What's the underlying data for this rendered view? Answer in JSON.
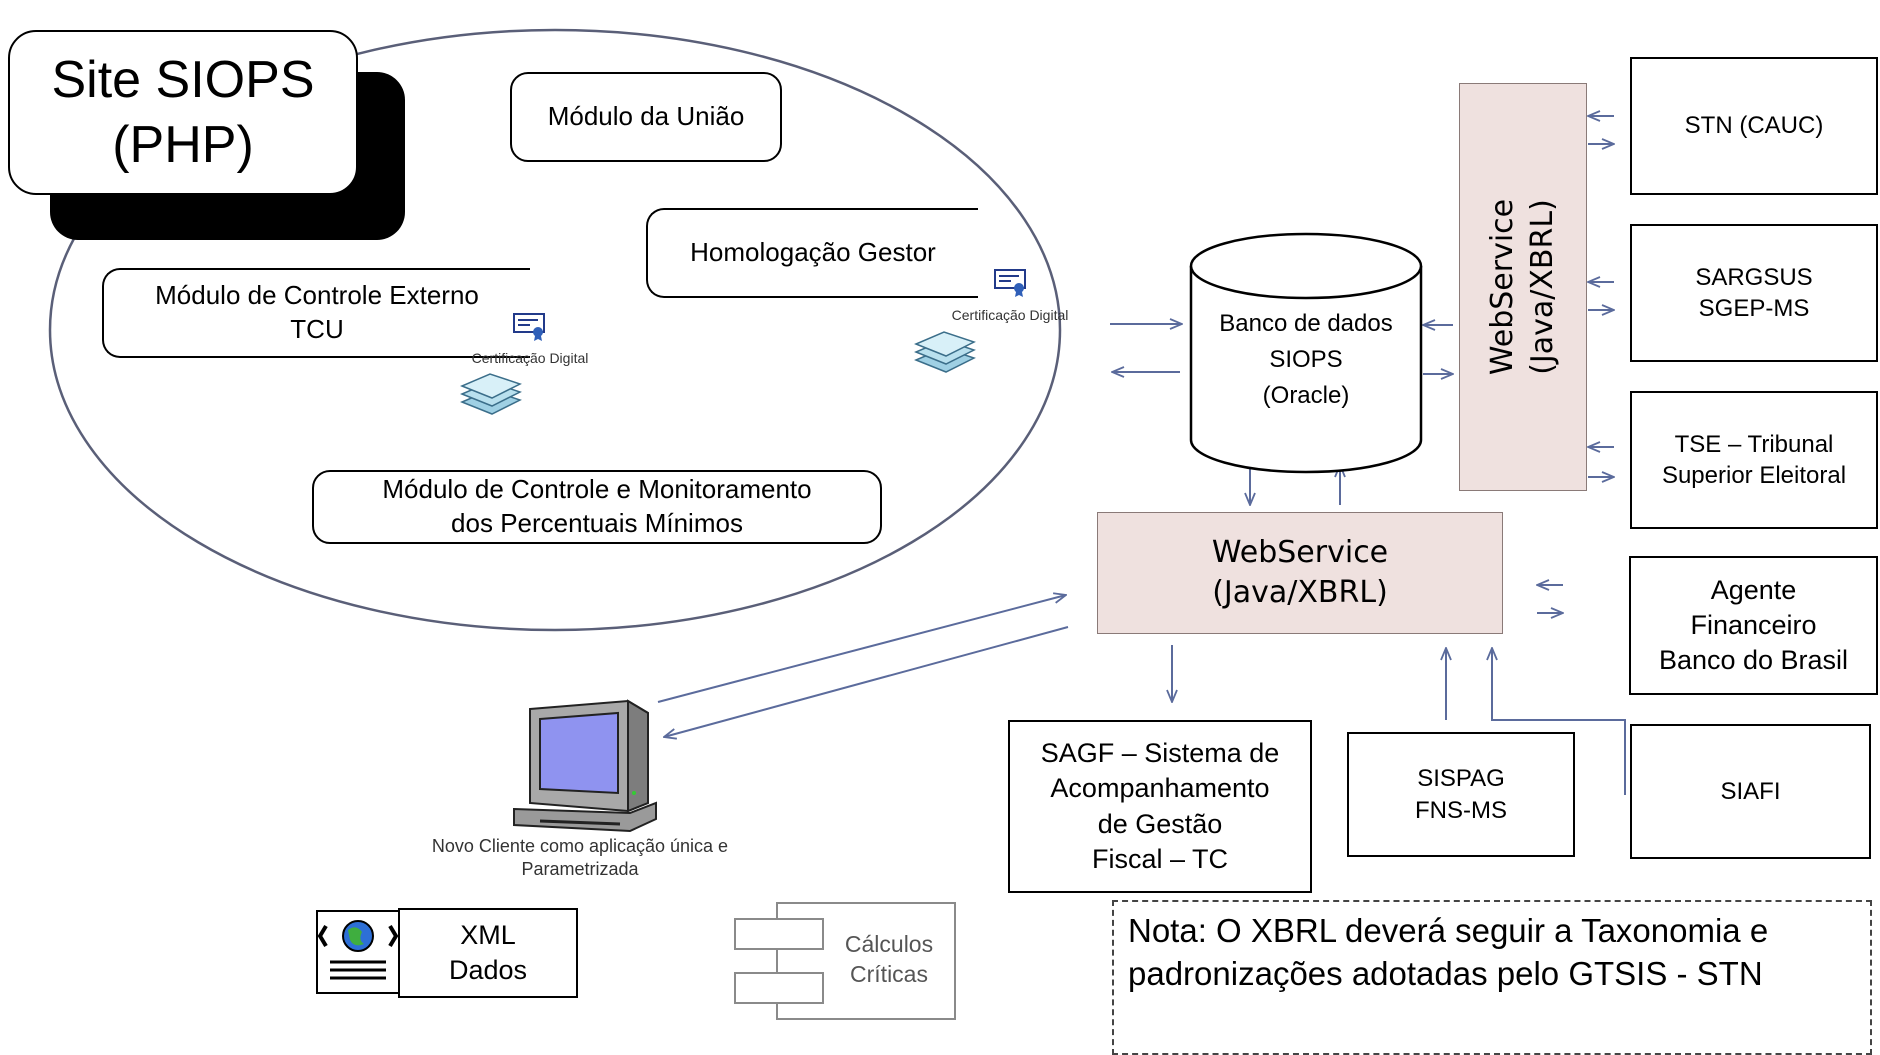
{
  "title": {
    "line1": "Site SIOPS",
    "line2": "(PHP)"
  },
  "modules": {
    "uniao": "Módulo da União",
    "homologacao": "Homologação Gestor",
    "controle_externo": "Módulo de Controle Externo\nTCU",
    "monitoramento": "Módulo de Controle e Monitoramento\ndos Percentuais Mínimos"
  },
  "certificacao": "Certificação Digital",
  "database": {
    "label": "Banco de dados\nSIOPS\n(Oracle)"
  },
  "webservice_vertical": "WebService\n(Java/XBRL)",
  "webservice_main": "WebService\n(Java/XBRL)",
  "external_systems": {
    "stn": "STN (CAUC)",
    "sargsus": "SARGSUS\nSGEP-MS",
    "tse": "TSE – Tribunal\nSuperior Eleitoral",
    "agente": "Agente\nFinanceiro\nBanco do Brasil",
    "siafi": "SIAFI",
    "sispag": "SISPAG\nFNS-MS",
    "sagf": "SAGF – Sistema de\nAcompanhamento\nde Gestão\nFiscal – TC"
  },
  "client": {
    "caption": "Novo Cliente como aplicação única e\nParametrizada"
  },
  "xml": {
    "label": "XML\nDados"
  },
  "calculos": {
    "label": "Cálculos\nCríticas"
  },
  "note": "Nota: O XBRL deverá seguir a Taxonomia e padronizações adotadas pelo GTSIS - STN",
  "colors": {
    "arrow": "#5b6b9c",
    "webservice_fill": "#efe1df",
    "monitor_screen": "#8f93f0"
  }
}
